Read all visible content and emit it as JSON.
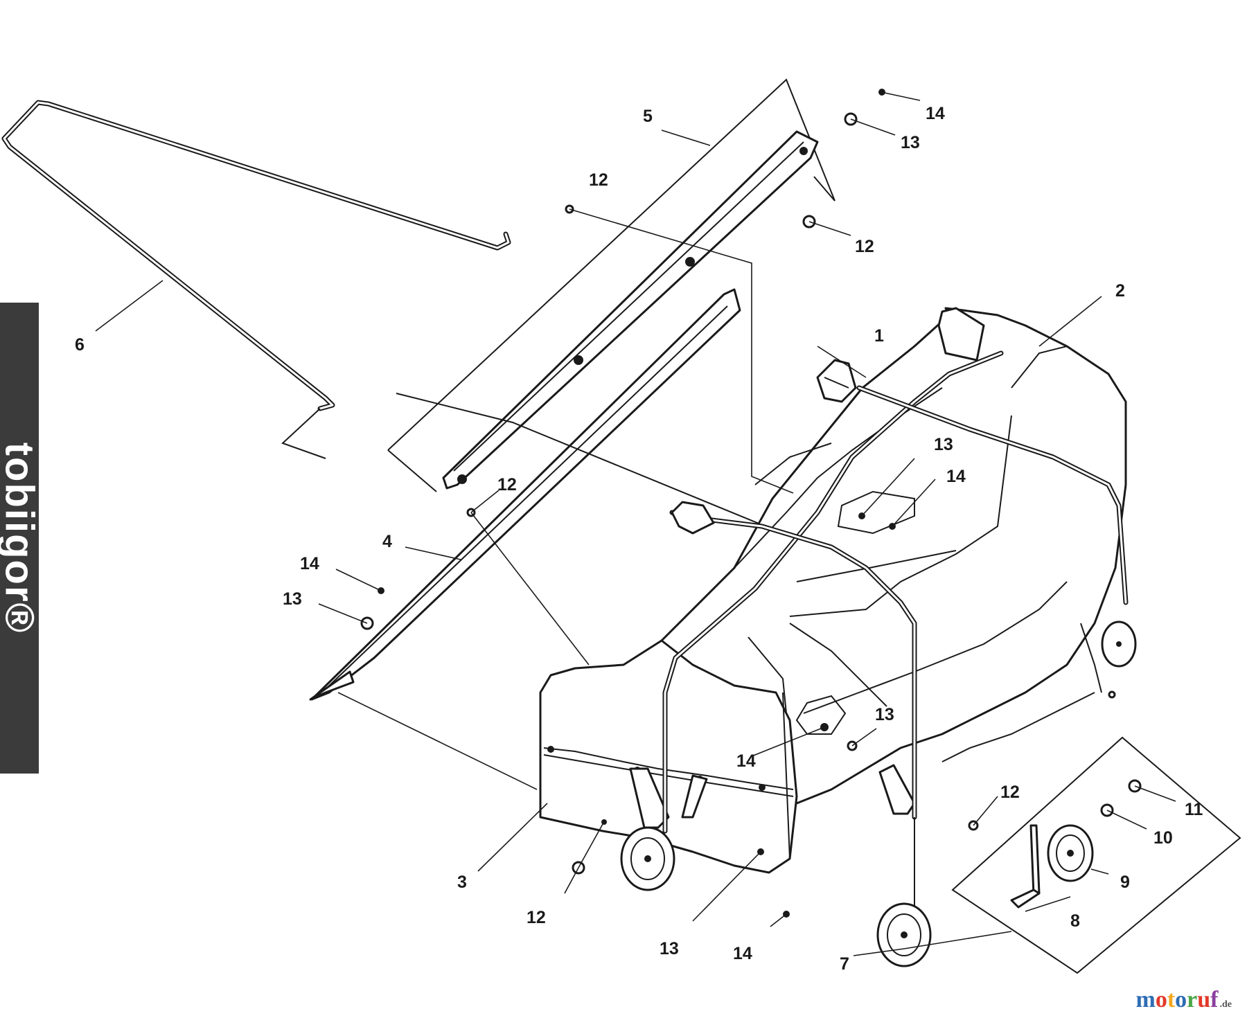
{
  "brand": {
    "text": "tobiigor®"
  },
  "watermark": {
    "letters": [
      {
        "char": "m",
        "color": "#2e6db4"
      },
      {
        "char": "o",
        "color": "#e3392a"
      },
      {
        "char": "t",
        "color": "#f2a81d"
      },
      {
        "char": "o",
        "color": "#2e6db4"
      },
      {
        "char": "r",
        "color": "#4aa647"
      },
      {
        "char": "u",
        "color": "#e3392a"
      },
      {
        "char": "f",
        "color": "#8a3f9e"
      }
    ],
    "domain": ".de"
  },
  "callouts": {
    "c1": "1",
    "c2": "2",
    "c3": "3",
    "c4": "4",
    "c5": "5",
    "c6": "6",
    "c7": "7",
    "c8": "8",
    "c9": "9",
    "c10": "10",
    "c11": "11",
    "c12a": "12",
    "c12b": "12",
    "c12c": "12",
    "c12d": "12",
    "c12e": "12",
    "c13a": "13",
    "c13b": "13",
    "c13c": "13",
    "c13d": "13",
    "c13e": "13",
    "c14a": "14",
    "c14b": "14",
    "c14c": "14",
    "c14d": "14",
    "c14e": "14"
  }
}
